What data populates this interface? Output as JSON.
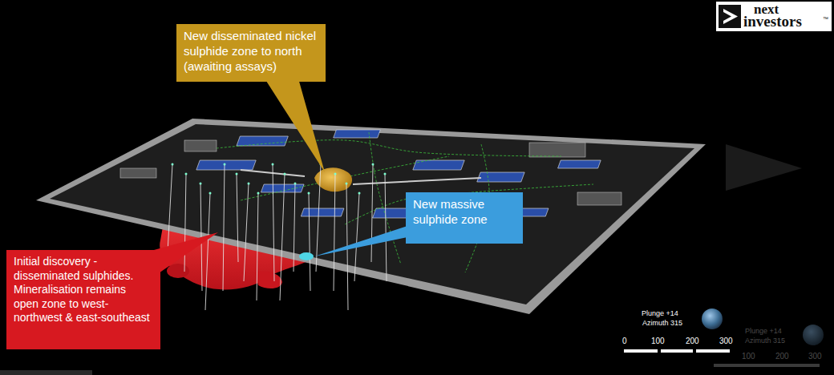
{
  "diagram": {
    "nodes": [
      {
        "text": [
          "New disseminated nickel sulphide zone to north (awaiting assays)"
        ]
      },
      {
        "text": [
          "New massive sulphide zone"
        ]
      },
      {
        "text": [
          "Initial discovery - disseminated sulphides. Mineralisation remains open zone to west-northwest & east-southeast"
        ]
      }
    ],
    "labels": [
      "next",
      "investors",
      "™",
      "Plunge +14",
      "Azimuth 315",
      "0",
      "100",
      "200",
      "300",
      "Plunge +14",
      "Azimuth 315",
      "100",
      "200",
      "300"
    ]
  }
}
